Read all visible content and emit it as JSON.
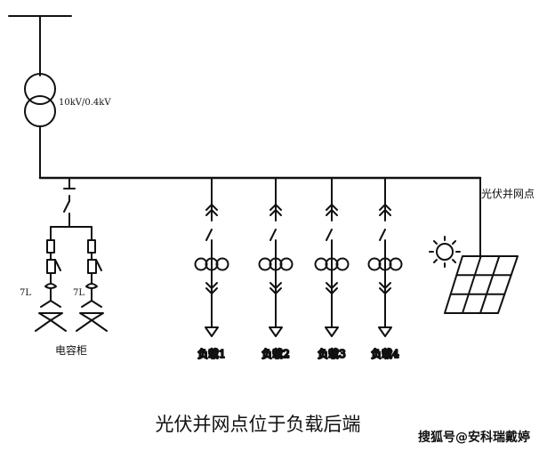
{
  "transformer_rating": "10kV/0.4kV",
  "pv_point_label": "光伏并网点",
  "capacitor_cabinet_label": "电容柜",
  "loads": [
    {
      "label": "负载1"
    },
    {
      "label": "负载2"
    },
    {
      "label": "负载3"
    },
    {
      "label": "负载4"
    }
  ],
  "branch_marks": {
    "left": "7L",
    "right": "7L"
  },
  "caption": "光伏并网点位于负载后端",
  "watermark": "搜狐号@安科瑞戴婷"
}
